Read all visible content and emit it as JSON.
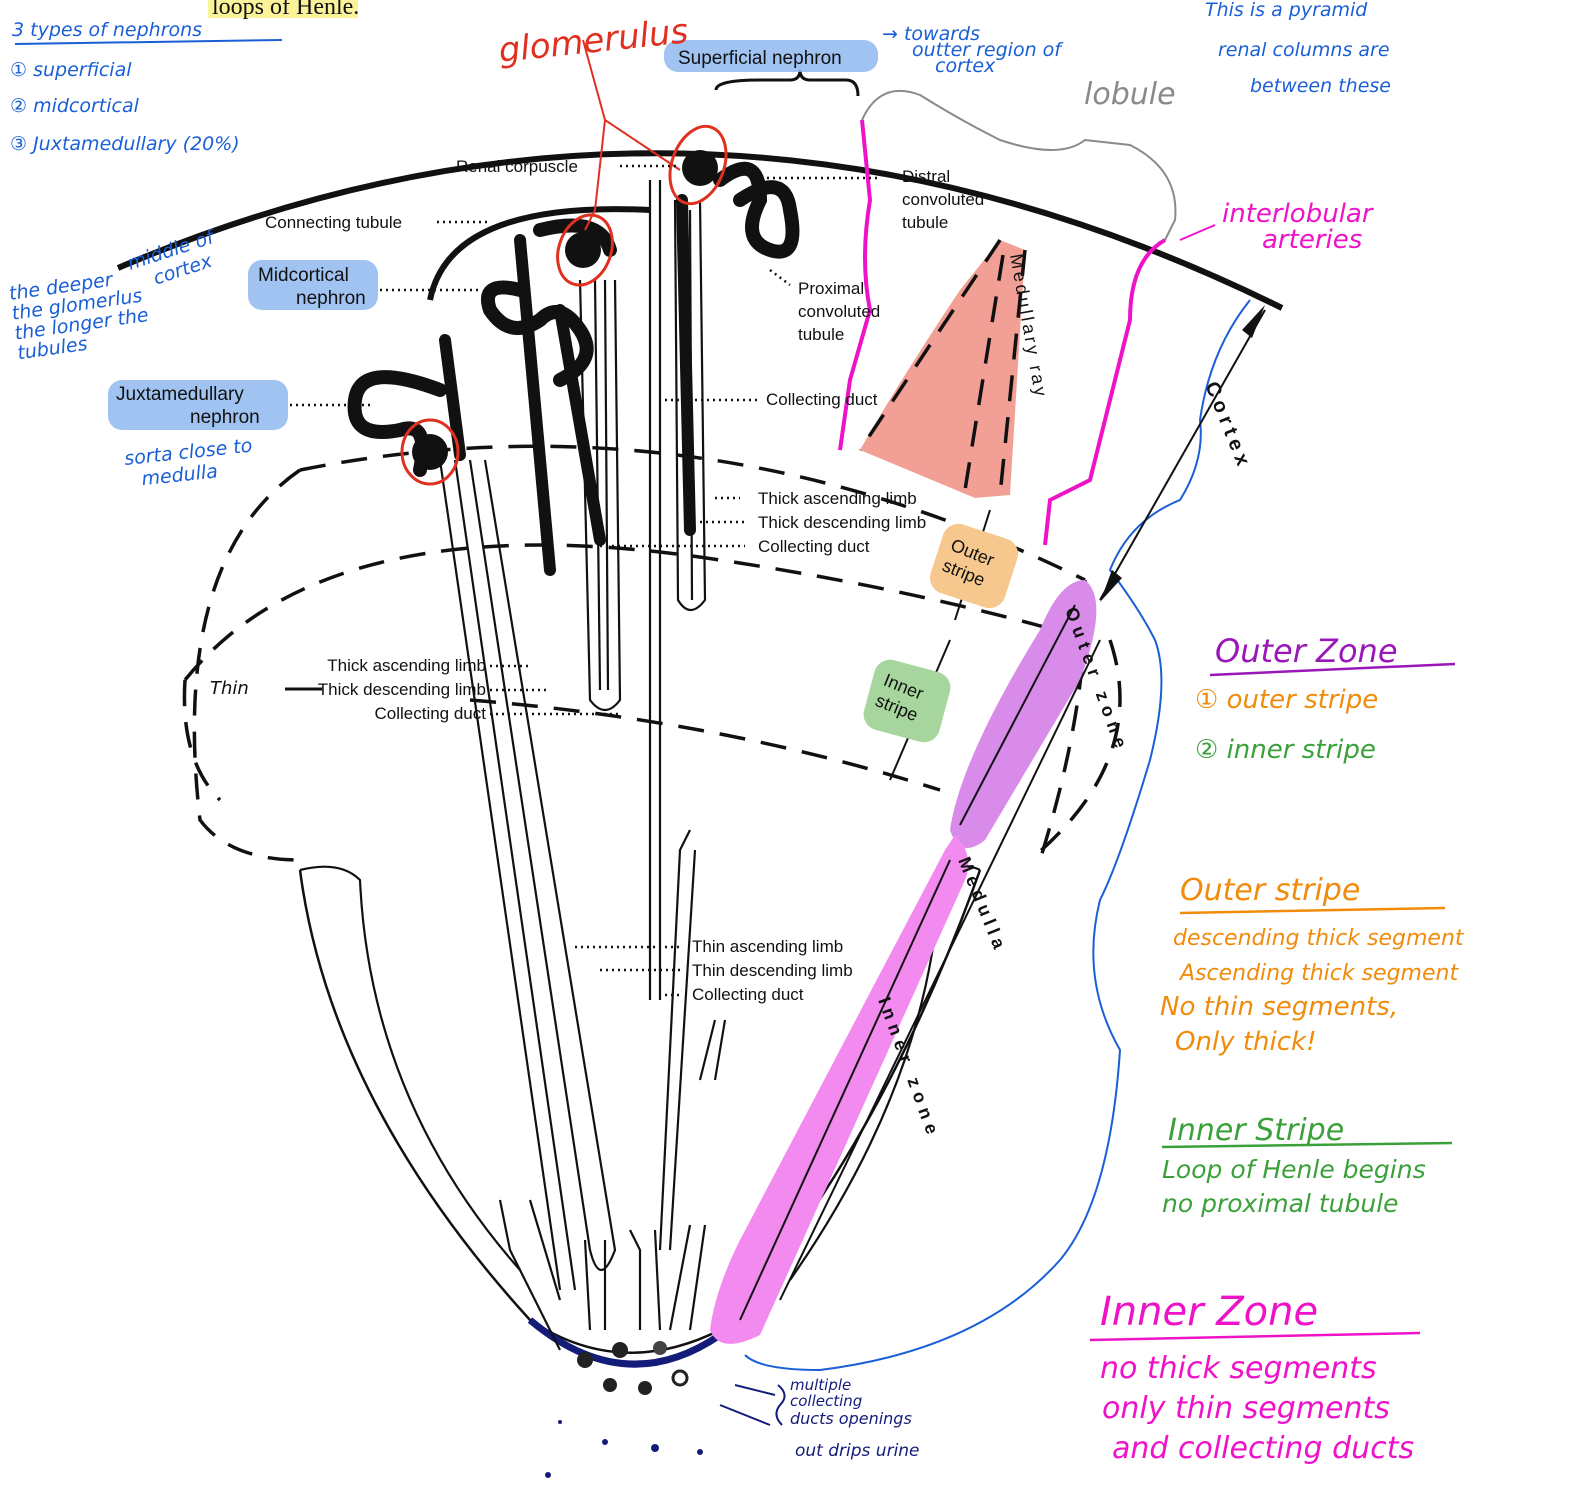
{
  "page": {
    "top_cut_text": "loops of Henle.",
    "colors": {
      "print": "#111111",
      "annotation_blue": "#1a5fd6",
      "highlight_blue": "#8fb9f0",
      "glomerulus_red": "#e03020",
      "artery_magenta": "#ee12c9",
      "outer_zone_purple": "#d88be8",
      "inner_zone_pink": "#f38af0",
      "outer_stripe_orange": "#f7c88e",
      "inner_stripe_green": "#a6d69d",
      "medullary_ray_salmon": "#f2a095",
      "lobule_gray": "#8a8a8a",
      "navy": "#141c7a"
    }
  },
  "diagram_labels": {
    "superficial_nephron": "Superficial nephron",
    "midcortical_nephron": [
      "Midcortical",
      "nephron"
    ],
    "juxtamedullary_nephron": [
      "Juxtamedullary",
      "nephron"
    ],
    "renal_corpuscle": "Renal corpuscle",
    "connecting_tubule": "Connecting tubule",
    "distal_convoluted_tubule": [
      "Distral",
      "convoluted",
      "tubule"
    ],
    "proximal_convoluted_tubule": [
      "Proximal",
      "convoluted",
      "tubule"
    ],
    "collecting_duct_cortex": "Collecting duct",
    "medullary_ray": "Medullary ray",
    "outer_stripe_group": [
      "Thick ascending limb",
      "Thick descending limb",
      "Collecting duct"
    ],
    "inner_stripe_group": [
      "Thick ascending limb",
      "Thick descending limb",
      "Collecting duct"
    ],
    "inner_stripe_correction": "Thin",
    "inner_zone_group": [
      "Thin ascending limb",
      "Thin descending limb",
      "Collecting duct"
    ],
    "outer_stripe_badge": [
      "Outer",
      "stripe"
    ],
    "inner_stripe_badge": [
      "Inner",
      "stripe"
    ],
    "cortex": "Cortex",
    "outer_zone": "Outer zone",
    "inner_zone": "Inner zone",
    "medulla": "Medulla"
  },
  "annotations": {
    "nephron_types": {
      "title": "3 types of nephrons",
      "items": [
        "① superficial",
        "② midcortical",
        "③ Juxtamedullary (20%)"
      ]
    },
    "glomerulus": "glomerulus",
    "towards_outer": [
      "→ towards",
      "outter region of",
      "cortex"
    ],
    "lobule": "lobule",
    "pyramid_note": [
      "This is a pyramid",
      "renal columns are",
      "between these"
    ],
    "interlobular_arteries": [
      "interlobular",
      "arteries"
    ],
    "deeper_note": [
      "the deeper",
      "the glomerlus",
      "the longer the",
      "tubules"
    ],
    "middle_cortex": [
      "middle of",
      "cortex"
    ],
    "close_medulla": [
      "sorta close to",
      "medulla"
    ],
    "outer_zone_box": {
      "title": "Outer Zone",
      "items": [
        "① outer stripe",
        "② inner stripe"
      ]
    },
    "outer_stripe_box": {
      "title": "Outer stripe",
      "lines": [
        "descending thick segment",
        "Ascending thick segment",
        "No thin segments,",
        "Only thick!"
      ]
    },
    "inner_stripe_box": {
      "title": "Inner Stripe",
      "lines": [
        "Loop of Henle begins",
        "no proximal tubule"
      ]
    },
    "inner_zone_box": {
      "title": "Inner Zone",
      "lines": [
        "no thick segments",
        "only thin segments",
        "and collecting ducts"
      ]
    },
    "papilla_note": [
      "multiple",
      "collecting",
      "ducts openings",
      "out drips urine"
    ]
  }
}
